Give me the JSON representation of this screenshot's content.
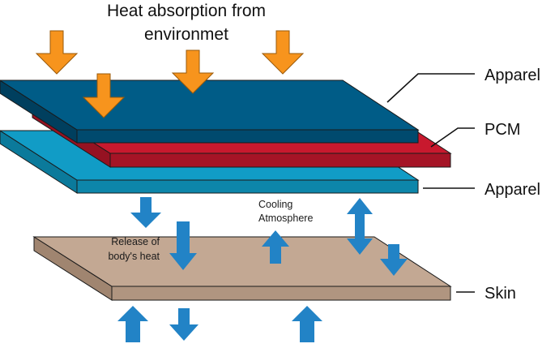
{
  "title": {
    "line1": "Heat absorption from",
    "line2": "environmet"
  },
  "labels": {
    "apparel_top": "Apparel",
    "pcm": "PCM",
    "apparel_bottom": "Apparel",
    "skin": "Skin"
  },
  "notes": {
    "cooling_line1": "Cooling",
    "cooling_line2": "Atmosphere",
    "release_line1": "Release of",
    "release_line2": "body's heat"
  },
  "colors": {
    "heat_arrow": "#F7941D",
    "heat_arrow_stroke": "#9a5a0a",
    "blue_arrow": "#2283C6",
    "apparel_top_face": "#005C87",
    "apparel_top_side": "#004A6E",
    "pcm_face": "#C8192E",
    "pcm_side": "#A51426",
    "apparel_bottom_face": "#119CC6",
    "apparel_bottom_side": "#0D86AA",
    "skin_face": "#C3A893",
    "skin_side": "#B09580",
    "outline": "#1a1a1a"
  },
  "icons": {
    "heat_arrows": "down-arrow-icon",
    "flow_arrows": "up-down-arrow-icon"
  }
}
